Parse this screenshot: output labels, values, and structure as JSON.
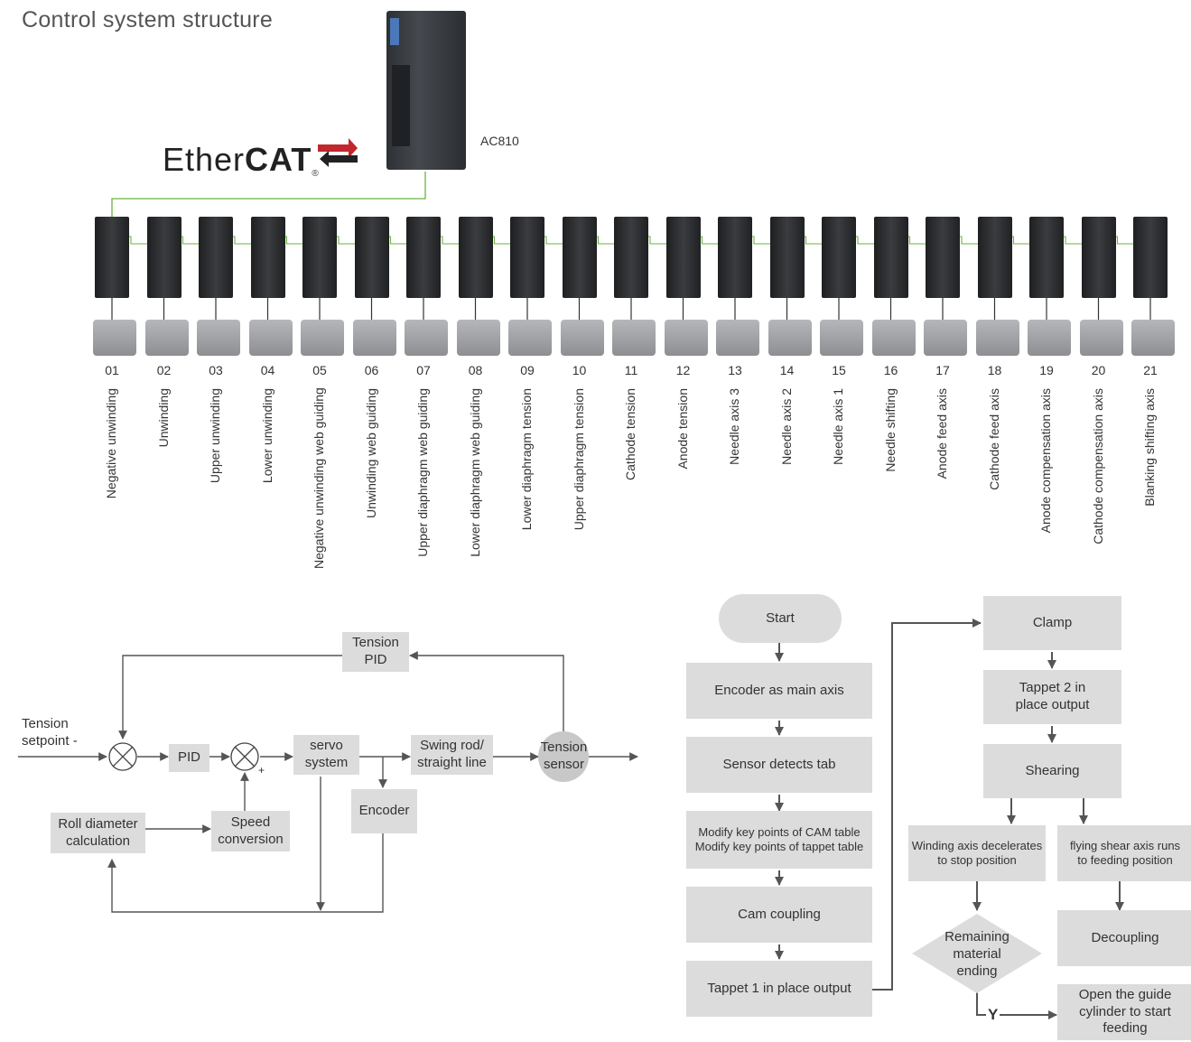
{
  "title": "Control system structure",
  "controller": {
    "label": "AC810"
  },
  "ethercat": {
    "part1": "Ether",
    "part2": "CAT",
    "reg": "®"
  },
  "axes": [
    {
      "num": "01",
      "name": "Negative unwinding"
    },
    {
      "num": "02",
      "name": "Unwinding"
    },
    {
      "num": "03",
      "name": "Upper unwinding"
    },
    {
      "num": "04",
      "name": "Lower unwinding"
    },
    {
      "num": "05",
      "name": "Negative unwinding web guiding"
    },
    {
      "num": "06",
      "name": "Unwinding web guiding"
    },
    {
      "num": "07",
      "name": "Upper diaphragm web guiding"
    },
    {
      "num": "08",
      "name": "Lower diaphragm web guiding"
    },
    {
      "num": "09",
      "name": "Lower diaphragm tension"
    },
    {
      "num": "10",
      "name": "Upper diaphragm tension"
    },
    {
      "num": "11",
      "name": "Cathode tension"
    },
    {
      "num": "12",
      "name": "Anode tension"
    },
    {
      "num": "13",
      "name": "Needle axis 3"
    },
    {
      "num": "14",
      "name": "Needle axis 2"
    },
    {
      "num": "15",
      "name": "Needle axis 1"
    },
    {
      "num": "16",
      "name": "Needle shifting"
    },
    {
      "num": "17",
      "name": "Anode feed axis"
    },
    {
      "num": "18",
      "name": "Cathode feed axis"
    },
    {
      "num": "19",
      "name": "Anode compensation axis"
    },
    {
      "num": "20",
      "name": "Cathode compensation axis"
    },
    {
      "num": "21",
      "name": "Blanking shifting axis"
    }
  ],
  "tension_loop": {
    "tension_pid": [
      "Tension",
      "PID"
    ],
    "setpoint": [
      "Tension",
      "setpoint -"
    ],
    "pid": "PID",
    "plus": "+",
    "servo": [
      "servo",
      "system"
    ],
    "swing": [
      "Swing rod/",
      "straight line"
    ],
    "sensor": [
      "Tension",
      "sensor"
    ],
    "encoder": "Encoder",
    "roll": [
      "Roll diameter",
      "calculation"
    ],
    "speed": [
      "Speed",
      "conversion"
    ]
  },
  "flowchart": {
    "start": "Start",
    "encoder_main": "Encoder as main axis",
    "sensor_tab": "Sensor detects tab",
    "modify": [
      "Modify key points of CAM table",
      "Modify key points of tappet table"
    ],
    "cam": "Cam coupling",
    "tappet1": "Tappet 1 in place output",
    "clamp": "Clamp",
    "tappet2": [
      "Tappet 2 in",
      "place output"
    ],
    "shearing": "Shearing",
    "winding": [
      "Winding axis decelerates",
      "to stop position"
    ],
    "flying": [
      "flying shear axis runs",
      "to feeding position"
    ],
    "remaining": [
      "Remaining",
      "material",
      "ending"
    ],
    "decoupling": "Decoupling",
    "open": [
      "Open the guide",
      "cylinder to start",
      "feeding"
    ],
    "yes": "Y"
  }
}
